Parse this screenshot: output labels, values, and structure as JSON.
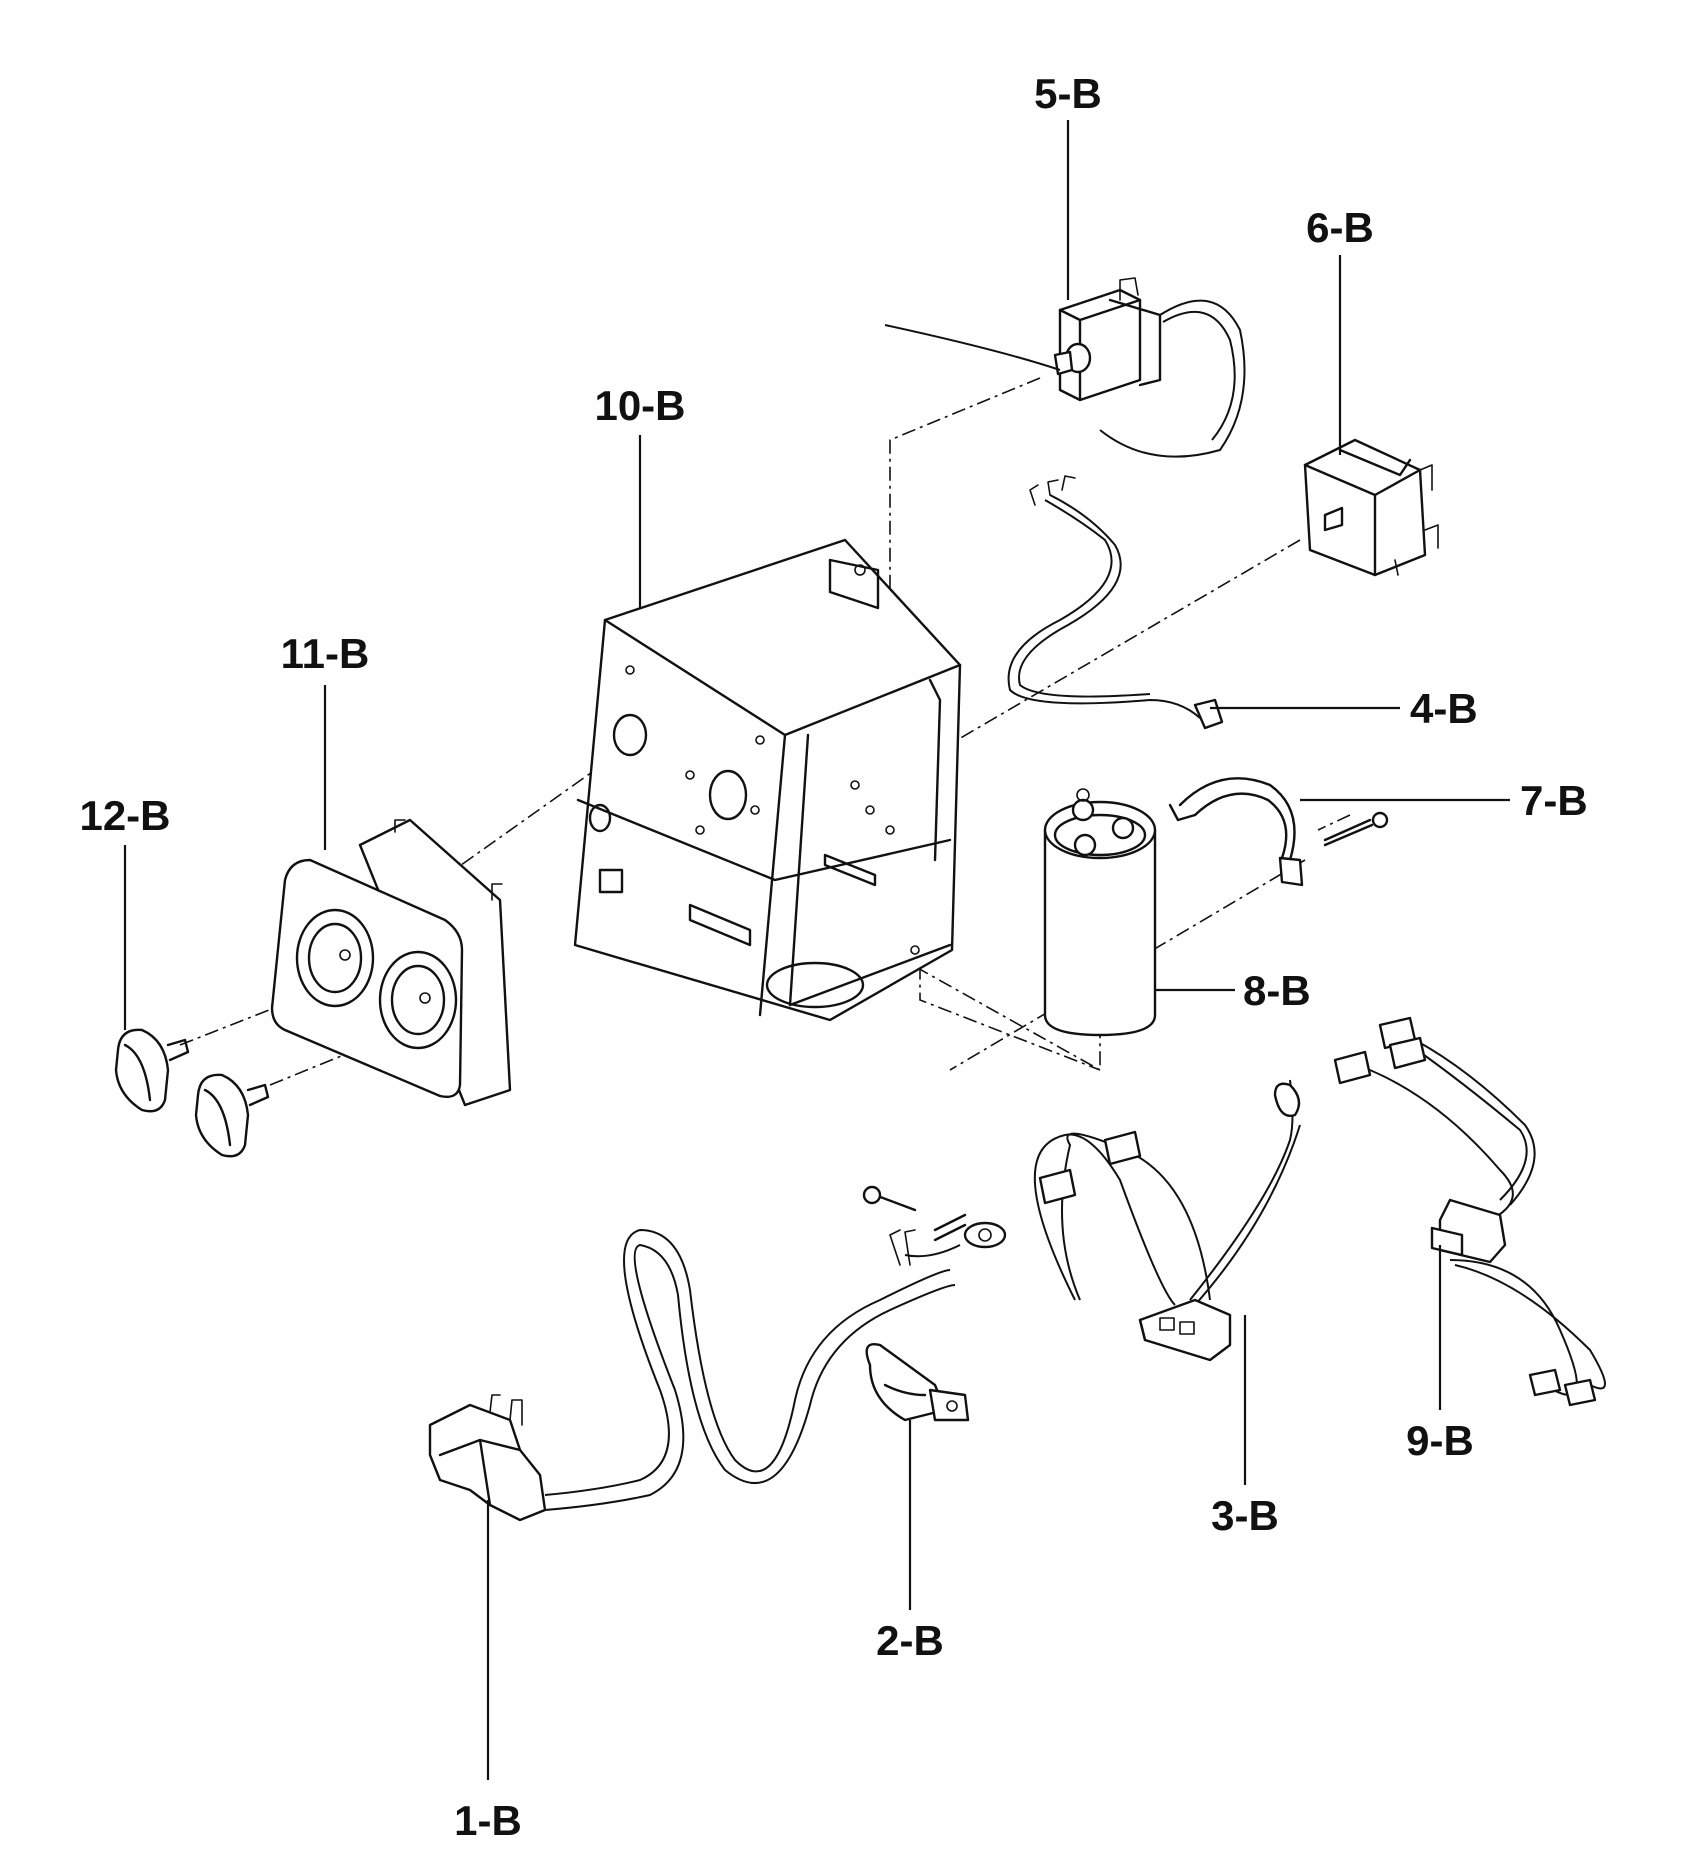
{
  "parts": [
    {
      "id": "1",
      "label": "1-B"
    },
    {
      "id": "2",
      "label": "2-B"
    },
    {
      "id": "3",
      "label": "3-B"
    },
    {
      "id": "4",
      "label": "4-B"
    },
    {
      "id": "5",
      "label": "5-B"
    },
    {
      "id": "6",
      "label": "6-B"
    },
    {
      "id": "7",
      "label": "7-B"
    },
    {
      "id": "8",
      "label": "8-B"
    },
    {
      "id": "9",
      "label": "9-B"
    },
    {
      "id": "10",
      "label": "10-B"
    },
    {
      "id": "11",
      "label": "11-B"
    },
    {
      "id": "12",
      "label": "12-B"
    }
  ]
}
